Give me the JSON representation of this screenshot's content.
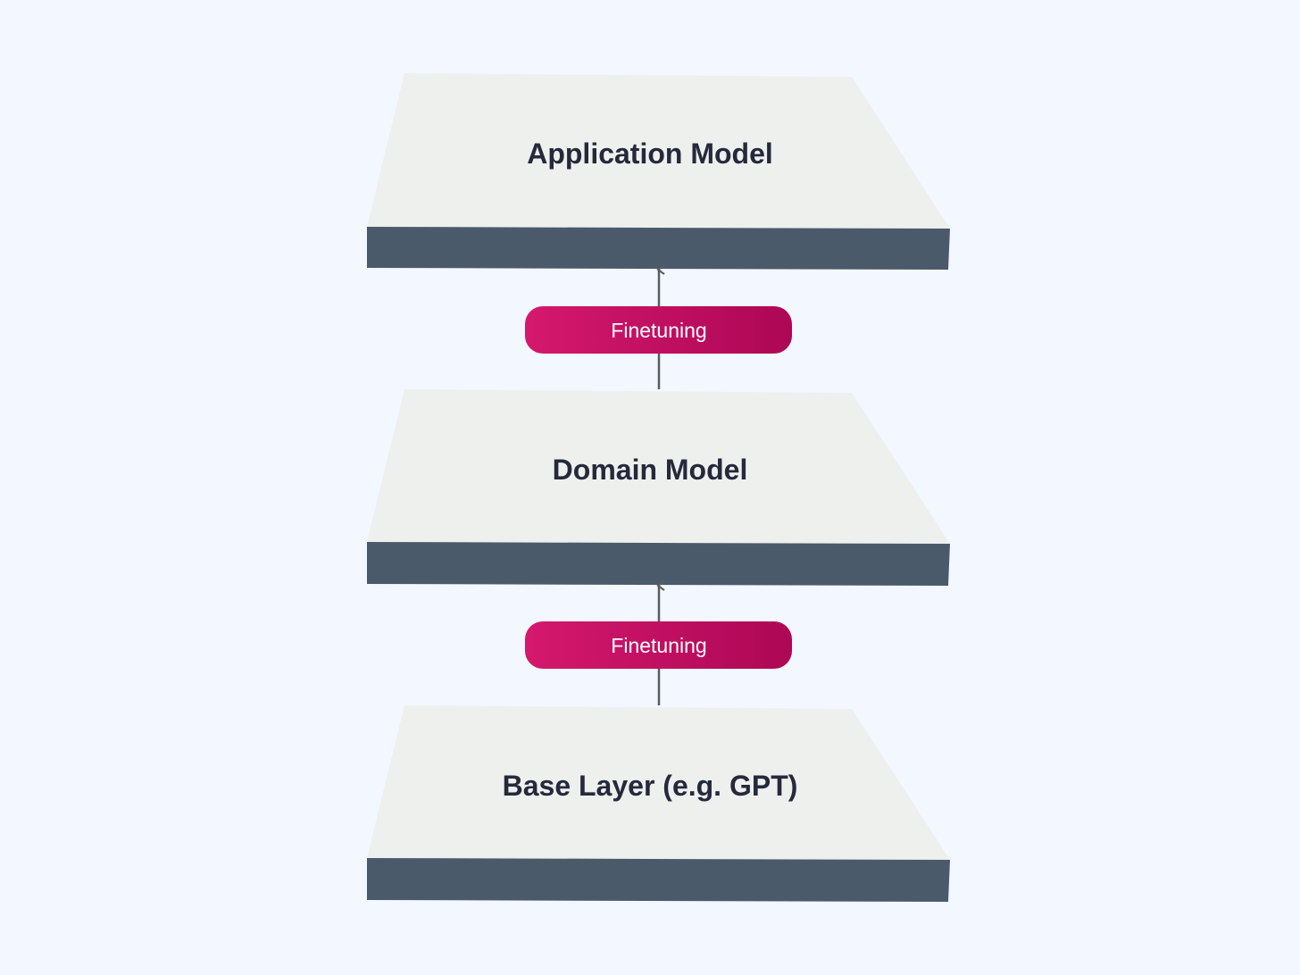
{
  "colors": {
    "background": "#f3f7ff",
    "slab_top": "#eef0ee",
    "slab_side": "#4a5a6b",
    "label_text": "#25293b",
    "pill_start": "#d4186e",
    "pill_end": "#ad0756",
    "arrow": "#5b5b5b"
  },
  "layers": [
    {
      "label": "Application Model"
    },
    {
      "label": "Domain Model"
    },
    {
      "label": "Base Layer (e.g. GPT)"
    }
  ],
  "connectors": [
    {
      "label": "Finetuning"
    },
    {
      "label": "Finetuning"
    }
  ]
}
